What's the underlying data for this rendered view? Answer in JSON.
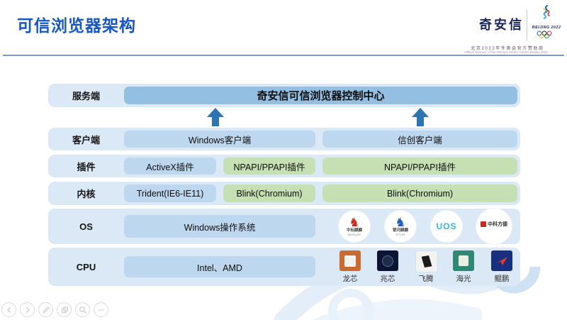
{
  "slide": {
    "title": "可信浏览器架构"
  },
  "brand": {
    "name": "奇安信",
    "olympic_wordmark": "BEIJING 2022",
    "sponsor_zh": "北京2022年冬奥会官方赞助商",
    "sponsor_en": "Official Sponsor of the Olympic Winter Games Beijing 2022"
  },
  "diagram": {
    "server_row": {
      "label": "服务端",
      "control_center": "奇安信可信浏览器控制中心"
    },
    "client_row": {
      "label": "客户端",
      "windows_client": "Windows客户端",
      "xinchuang_client": "信创客户端"
    },
    "plugin_row": {
      "label": "插件",
      "activex": "ActiveX插件",
      "npapi_windows": "NPAPI/PPAPI插件",
      "npapi_xinchuang": "NPAPI/PPAPI插件"
    },
    "kernel_row": {
      "label": "内核",
      "trident": "Trident(IE6-IE11)",
      "blink_windows": "Blink(Chromium)",
      "blink_xinchuang": "Blink(Chromium)"
    },
    "os_row": {
      "label": "OS",
      "windows_os": "Windows操作系统",
      "os_logos": [
        {
          "name": "中标麒麟",
          "sub": "NeoKylin"
        },
        {
          "name": "银河麒麟",
          "sub": "KYLIN"
        },
        {
          "name": "UOS",
          "sub": ""
        },
        {
          "name": "中科方德",
          "sub": ""
        }
      ]
    },
    "cpu_row": {
      "label": "CPU",
      "intel_amd": "Intel、AMD",
      "cpu_logos": [
        {
          "name": "龙芯"
        },
        {
          "name": "兆芯"
        },
        {
          "name": "飞腾"
        },
        {
          "name": "海光"
        },
        {
          "name": "鲲鹏"
        }
      ]
    }
  },
  "presenter_controls": {
    "icons": [
      "previous-slide",
      "next-slide",
      "pen",
      "slide-panel",
      "zoom",
      "more"
    ]
  },
  "colors": {
    "title_blue": "#1656C5",
    "row_bg": "#DBE8F6",
    "box_blue": "#BDD7EE",
    "server_bar_blue": "#92BFE2",
    "box_green": "#C6E0B4",
    "arrow_blue": "#2E74B5",
    "brand_navy": "#18265A",
    "uos_cyan": "#35B5E5",
    "divider_blue": "#7E98C8"
  }
}
